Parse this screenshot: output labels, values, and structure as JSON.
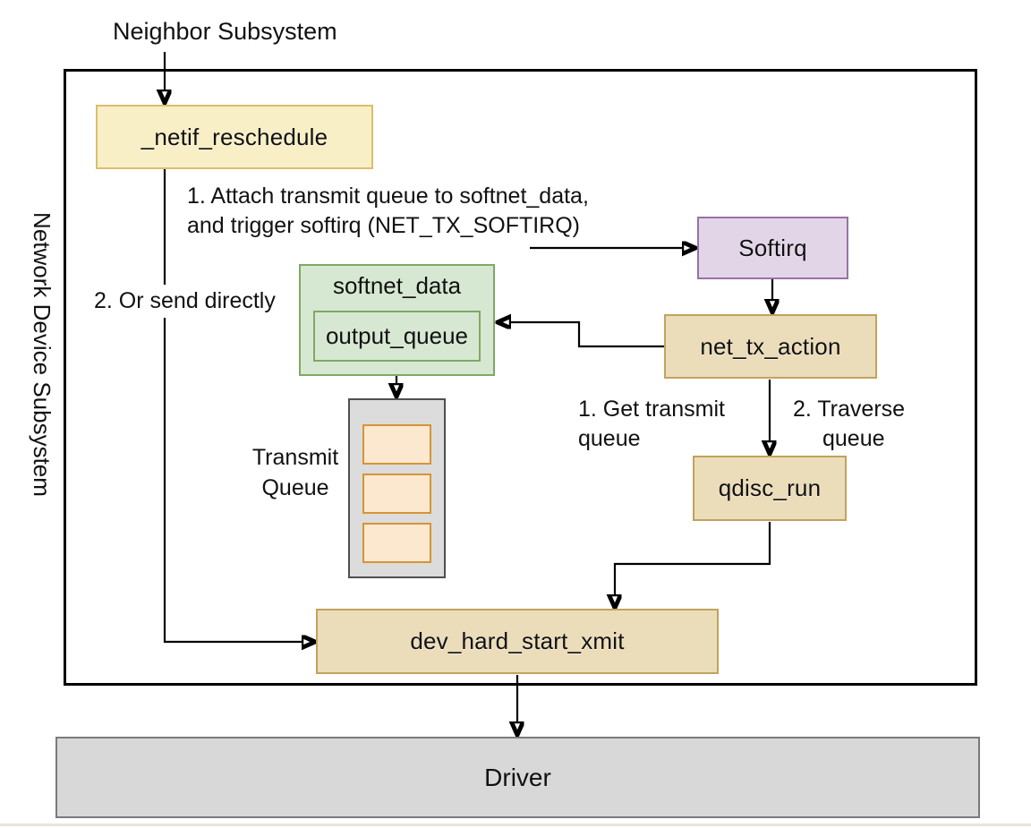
{
  "titles": {
    "neighbor_subsystem": "Neighbor Subsystem",
    "network_device_subsystem": "Network Device Subsystem"
  },
  "nodes": {
    "netif_reschedule": "_netif_reschedule",
    "softirq": "Softirq",
    "softnet_data": "softnet_data",
    "output_queue": "output_queue",
    "net_tx_action": "net_tx_action",
    "qdisc_run": "qdisc_run",
    "dev_hard_start_xmit": "dev_hard_start_xmit",
    "driver": "Driver"
  },
  "transmit_queue": {
    "label": "Transmit Queue",
    "slot_count": 3
  },
  "annotations": {
    "attach_line1": "1. Attach transmit queue to softnet_data,",
    "attach_line2": "and trigger softirq (NET_TX_SOFTIRQ)",
    "send_directly": "2. Or send directly",
    "get_transmit_line1": "1. Get transmit",
    "get_transmit_line2": "queue",
    "traverse_line1": "2. Traverse",
    "traverse_line2": "queue"
  },
  "colors": {
    "yellow-fill": "#F9EFC6",
    "yellow-stroke": "#D9BE6C",
    "purple-fill": "#E3D5E8",
    "purple-stroke": "#9673A6",
    "green-fill": "#D7E8D2",
    "green-stroke": "#7FA865",
    "tan-fill": "#EBDCBA",
    "tan-stroke": "#C2A35D",
    "slot-fill": "#FCE8CF",
    "slot-stroke": "#D79434",
    "queue-fill": "#DCDCDC",
    "queue-stroke": "#4F4F4F",
    "driver-fill": "#D8D8D8",
    "driver-stroke": "#7A7A7A",
    "line": "#000000",
    "text": "#111111"
  }
}
